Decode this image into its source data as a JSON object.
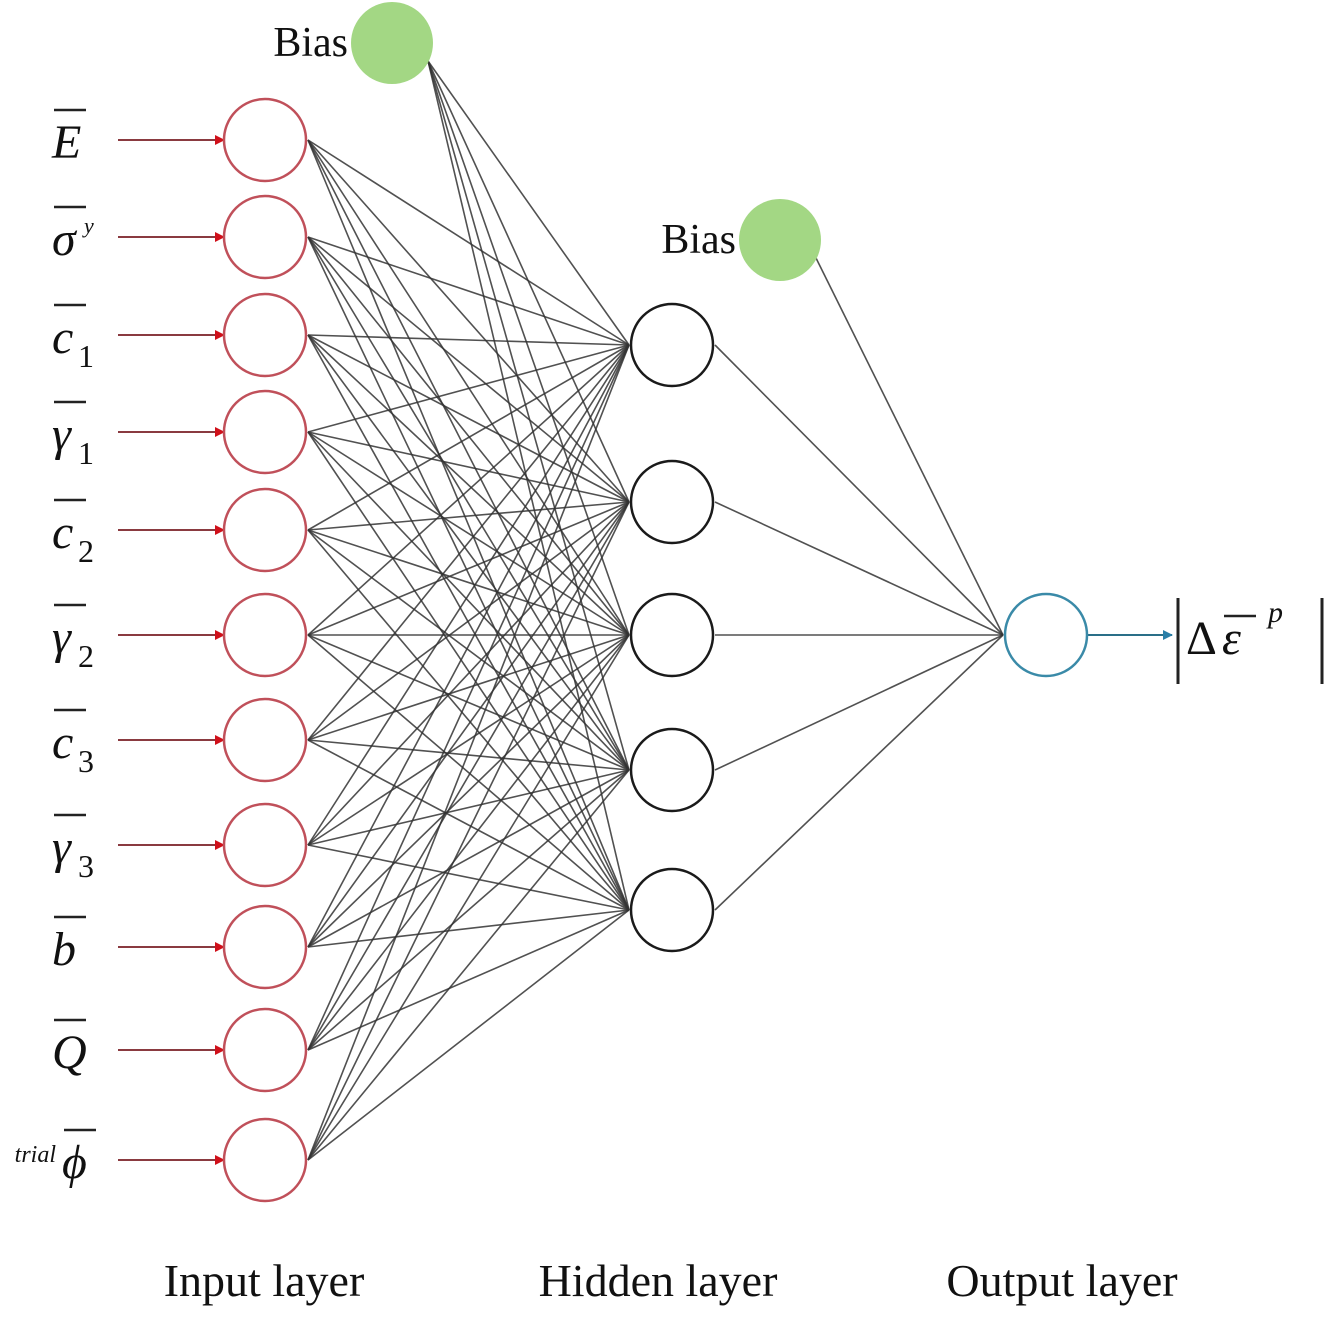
{
  "diagram": {
    "type": "neural-network",
    "colors": {
      "input_node": "#c0505a",
      "input_arrow": "#d0101a",
      "hidden_node": "#1a1a1a",
      "output_node": "#3a8aa8",
      "output_arrow": "#2a7fa8",
      "bias_node": "#a3d784",
      "connection": "#333333"
    },
    "inputs": [
      {
        "id": "E",
        "symbol": "E",
        "sub": "",
        "sup": "",
        "pre": "",
        "label": "E-bar"
      },
      {
        "id": "sigma_y",
        "symbol": "σ",
        "sub": "",
        "sup": "y",
        "pre": "",
        "label": "sigma-bar^y"
      },
      {
        "id": "c1",
        "symbol": "c",
        "sub": "1",
        "sup": "",
        "pre": "",
        "label": "c-bar_1"
      },
      {
        "id": "gamma1",
        "symbol": "γ",
        "sub": "1",
        "sup": "",
        "pre": "",
        "label": "gamma-bar_1"
      },
      {
        "id": "c2",
        "symbol": "c",
        "sub": "2",
        "sup": "",
        "pre": "",
        "label": "c-bar_2"
      },
      {
        "id": "gamma2",
        "symbol": "γ",
        "sub": "2",
        "sup": "",
        "pre": "",
        "label": "gamma-bar_2"
      },
      {
        "id": "c3",
        "symbol": "c",
        "sub": "3",
        "sup": "",
        "pre": "",
        "label": "c-bar_3"
      },
      {
        "id": "gamma3",
        "symbol": "γ",
        "sub": "3",
        "sup": "",
        "pre": "",
        "label": "gamma-bar_3"
      },
      {
        "id": "b",
        "symbol": "b",
        "sub": "",
        "sup": "",
        "pre": "",
        "label": "b-bar"
      },
      {
        "id": "Q",
        "symbol": "Q",
        "sub": "",
        "sup": "",
        "pre": "",
        "label": "Q-bar"
      },
      {
        "id": "phi_trial",
        "symbol": "ϕ",
        "sub": "",
        "sup": "",
        "pre": "trial",
        "label": "trial phi-bar"
      }
    ],
    "hidden_count": 5,
    "output": {
      "delta": "Δ",
      "symbol": "ε",
      "sup": "p",
      "label": "|Δ ε-bar^p|"
    },
    "bias_labels": [
      "Bias",
      "Bias"
    ],
    "layer_labels": {
      "input": "Input layer",
      "hidden": "Hidden layer",
      "output": "Output layer"
    }
  }
}
